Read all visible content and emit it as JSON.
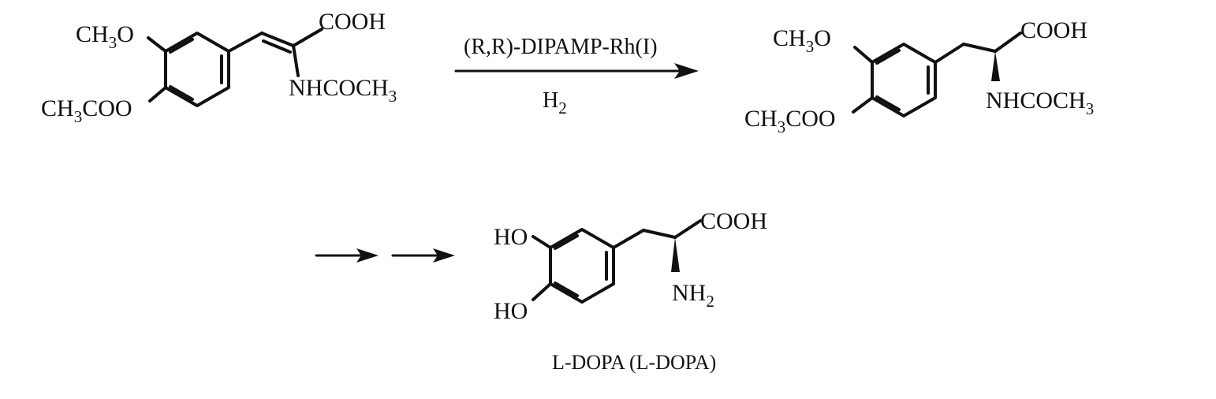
{
  "reactant": {
    "methoxy": {
      "main": "CH",
      "sub": "3",
      "tail": "O"
    },
    "acetoxy": {
      "main": "CH",
      "sub": "3",
      "tail": "COO"
    },
    "acid": "COOH",
    "amide": {
      "main": "NHCOCH",
      "sub": "3"
    }
  },
  "reaction": {
    "catalyst": "(R,R)-DIPAMP-Rh(I)",
    "reagent": {
      "main": "H",
      "sub": "2"
    }
  },
  "intermediate": {
    "methoxy": {
      "main": "CH",
      "sub": "3",
      "tail": "O"
    },
    "acetoxy": {
      "main": "CH",
      "sub": "3",
      "tail": "COO"
    },
    "acid": "COOH",
    "amide": {
      "main": "NHCOCH",
      "sub": "3"
    }
  },
  "product": {
    "hydroxy_top": "HO",
    "hydroxy_bottom": "HO",
    "acid": "COOH",
    "amine": {
      "main": "NH",
      "sub": "2"
    },
    "caption": "L-DOPA (L-DOPA)"
  }
}
